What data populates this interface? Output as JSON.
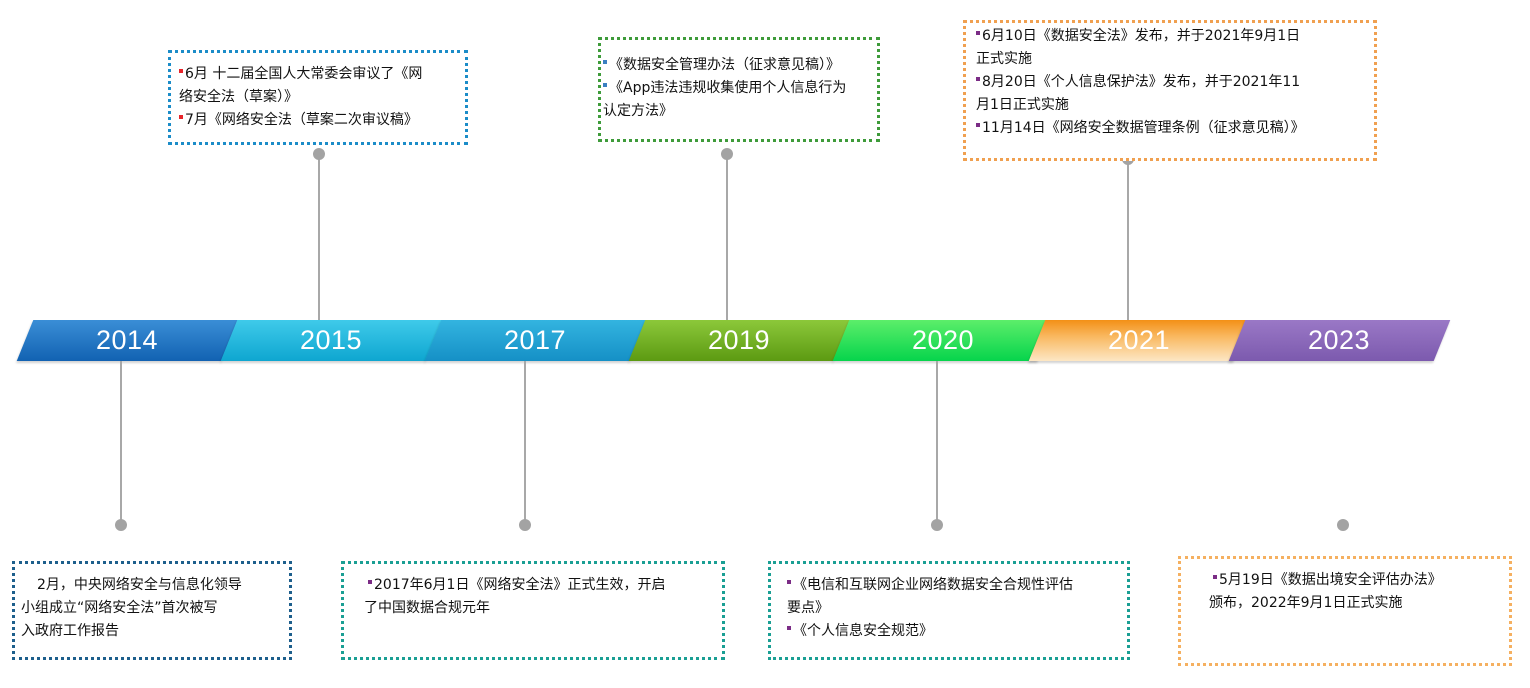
{
  "years": [
    "2014",
    "2015",
    "2017",
    "2019",
    "2020",
    "2021",
    "2023"
  ],
  "colors": {
    "y2014": "#1a6fc0",
    "y2015": "#16b2d9",
    "y2017": "#1a9ccf",
    "y2019": "#6fae1c",
    "y2020": "#0ed84a",
    "y2021": "#f48c10",
    "y2023": "#8a68b8",
    "bullet_red": "#e8242a",
    "bullet_blue": "#3a7fc1",
    "bullet_purple": "#7b2c86"
  },
  "cards": {
    "c2015": {
      "l1": "6月 十二届全国人大常委会审议了《网",
      "l2": "络安全法（草案）》",
      "l3": "7月《网络安全法（草案二次审议稿》"
    },
    "c2019": {
      "l1": "《数据安全管理办法（征求意见稿）》",
      "l2": "《App违法违规收集使用个人信息行为",
      "l3": "认定方法》"
    },
    "c2021": {
      "l1": "6月10日《数据安全法》发布，并于2021年9月1日",
      "l2": "正式实施",
      "l3": "8月20日《个人信息保护法》发布，并于2021年11",
      "l4": "月1日正式实施",
      "l5": "11月14日《网络安全数据管理条例（征求意见稿）》"
    },
    "c2014": {
      "l1": "2月，中央网络安全与信息化领导",
      "l2": "小组成立“网络安全法”首次被写",
      "l3": "入政府工作报告"
    },
    "c2017": {
      "l1": "2017年6月1日《网络安全法》正式生效，开启",
      "l2": "了中国数据合规元年"
    },
    "c2020": {
      "l1": "《电信和互联网企业网络数据安全合规性评估",
      "l2": "要点》",
      "l3": "《个人信息安全规范》"
    },
    "c2023": {
      "l1": "5月19日《数据出境安全评估办法》",
      "l2": "颁布，2022年9月1日正式实施"
    }
  }
}
